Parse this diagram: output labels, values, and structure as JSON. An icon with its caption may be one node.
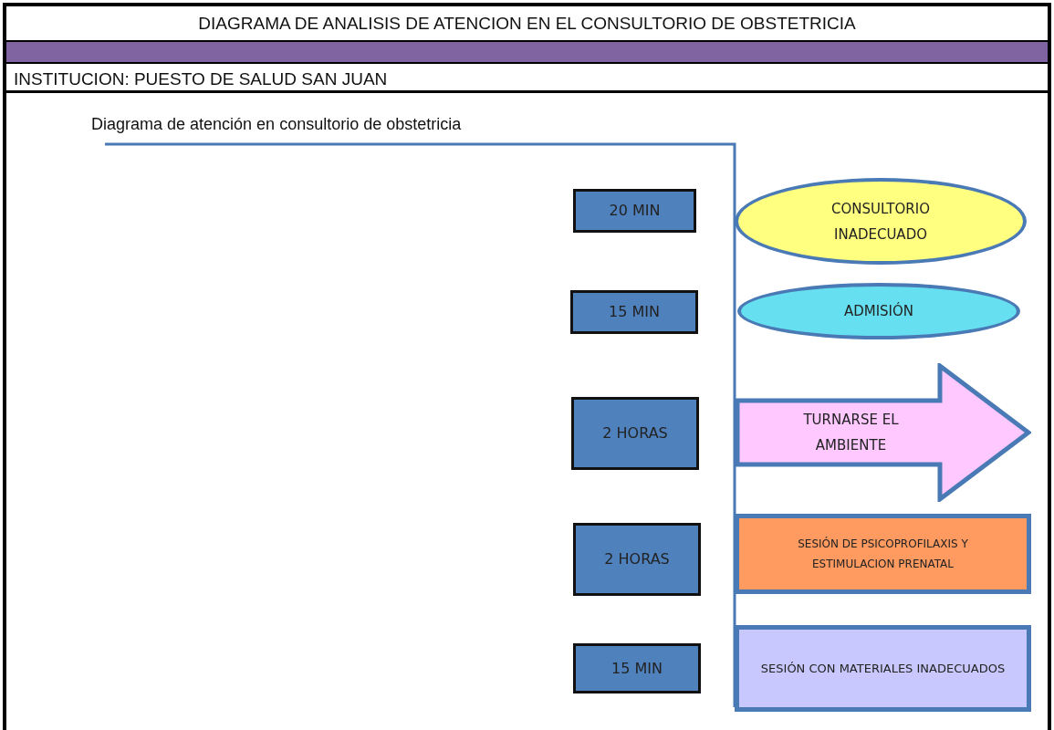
{
  "diagram": {
    "title": "DIAGRAMA DE ANALISIS DE ATENCION EN EL CONSULTORIO DE OBSTETRICIA",
    "nodes": [
      {
        "text": [
          "20 MIN"
        ]
      },
      {
        "text": [
          "CONSULTORIO INADECUADO"
        ]
      },
      {
        "text": [
          "15 MIN"
        ]
      },
      {
        "text": [
          "ADMISIÓN"
        ]
      },
      {
        "text": [
          "2 HORAS"
        ]
      },
      {
        "text": [
          "TURNARSE EL AMBIENTE"
        ]
      },
      {
        "text": [
          "2 HORAS"
        ]
      },
      {
        "text": [
          "SESIÓN DE PSICOPROFILAXIS Y ESTIMULACION PRENATAL"
        ]
      },
      {
        "text": [
          "15 MIN"
        ]
      },
      {
        "text": [
          "SESIÓN CON MATERIALES INADECUADOS"
        ]
      }
    ],
    "labels": [
      "INSTITUCION: PUESTO DE SALUD SAN JUAN",
      "Diagrama de atención en consultorio de obstetricia"
    ]
  }
}
